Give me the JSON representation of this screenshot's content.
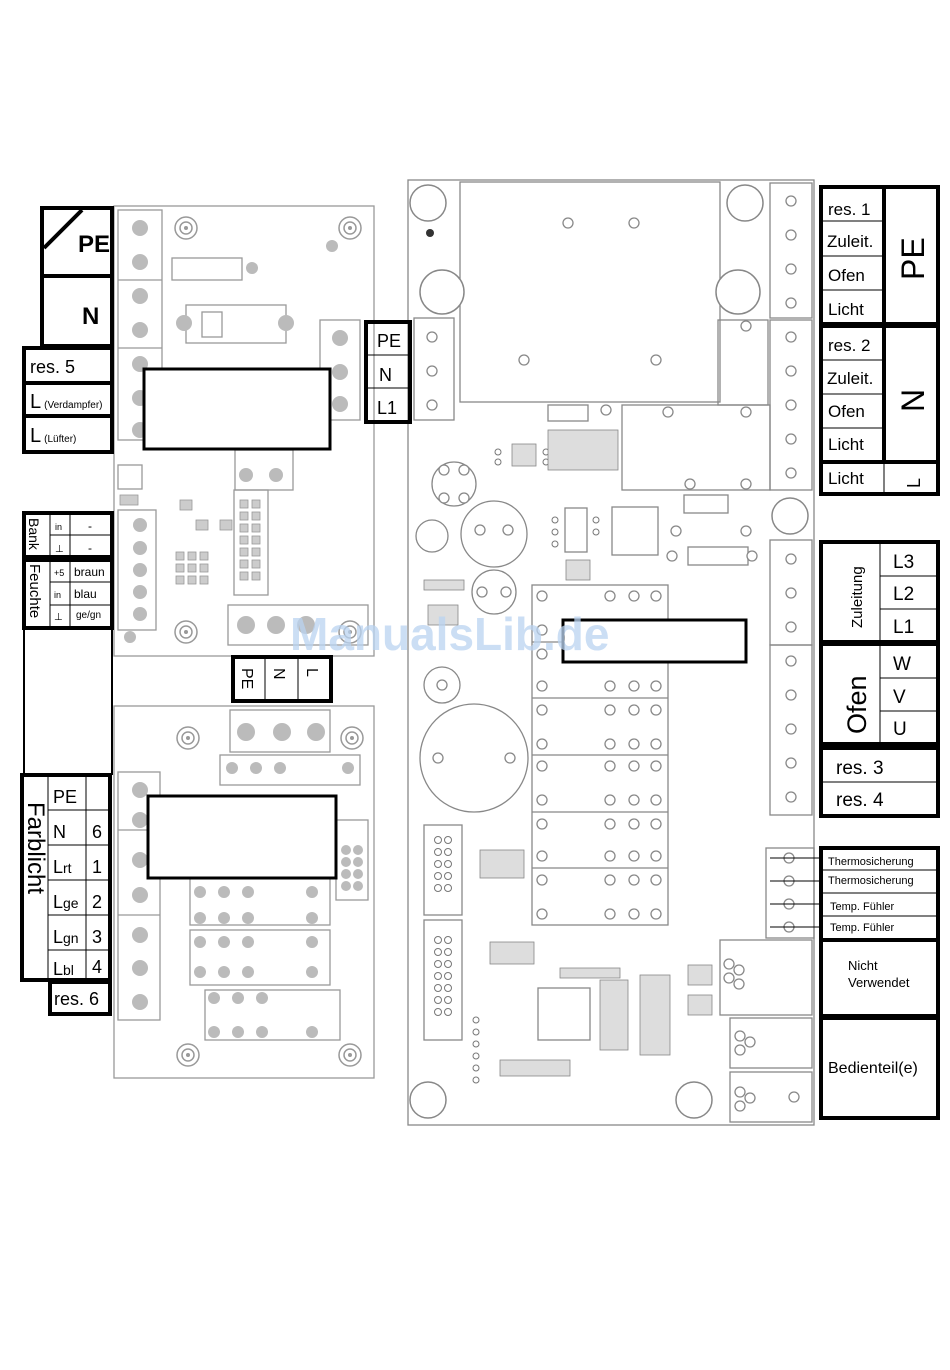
{
  "watermark": "ManualsLib.de",
  "left_top": {
    "pe": "PE",
    "n": "N",
    "res5": "res. 5",
    "l_verdampfer": "L",
    "l_verdampfer_note": "(Verdampfer)",
    "l_luefter": "L",
    "l_luefter_note": "(Lüfter)"
  },
  "bank": {
    "label": "Bank",
    "rows": [
      {
        "pin": "in",
        "wire": "-"
      },
      {
        "pin": "⊥",
        "wire": "-"
      }
    ]
  },
  "feuchte": {
    "label": "Feuchte",
    "rows": [
      {
        "pin": "+5",
        "wire": "braun"
      },
      {
        "pin": "in",
        "wire": "blau"
      },
      {
        "pin": "⊥",
        "wire": "ge/gn"
      }
    ]
  },
  "middle_terminal": {
    "pe": "PE",
    "n": "N",
    "l1": "L1"
  },
  "bottom_mid_terminal": {
    "l": "L",
    "n": "N",
    "pe": "PE"
  },
  "farblicht": {
    "label": "Farblicht",
    "rows": [
      {
        "name": "PE",
        "sub": "",
        "num": ""
      },
      {
        "name": "N",
        "sub": "",
        "num": "6"
      },
      {
        "name": "L",
        "sub": "rt",
        "num": "1"
      },
      {
        "name": "L",
        "sub": "ge",
        "num": "2"
      },
      {
        "name": "L",
        "sub": "gn",
        "num": "3"
      },
      {
        "name": "L",
        "sub": "bl",
        "num": "4"
      }
    ],
    "res6": "res. 6"
  },
  "right_pe_group": {
    "rows": [
      "res. 1",
      "Zuleit.",
      "Ofen",
      "Licht"
    ],
    "label": "PE"
  },
  "right_n_group": {
    "rows": [
      "res. 2",
      "Zuleit.",
      "Ofen",
      "Licht"
    ],
    "label": "N"
  },
  "right_licht_l": {
    "row": "Licht",
    "label": "L"
  },
  "zuleitung": {
    "label": "Zuleitung",
    "rows": [
      "L3",
      "L2",
      "L1"
    ]
  },
  "ofen": {
    "label": "Ofen",
    "rows": [
      "W",
      "V",
      "U"
    ]
  },
  "res3": "res. 3",
  "res4": "res. 4",
  "sensors": [
    "Thermosicherung",
    "Thermosicherung",
    "Temp. Fühler",
    "Temp. Fühler"
  ],
  "nicht_verwendet": [
    "Nicht",
    "Verwendet"
  ],
  "bedienteil": "Bedienteil(e)"
}
